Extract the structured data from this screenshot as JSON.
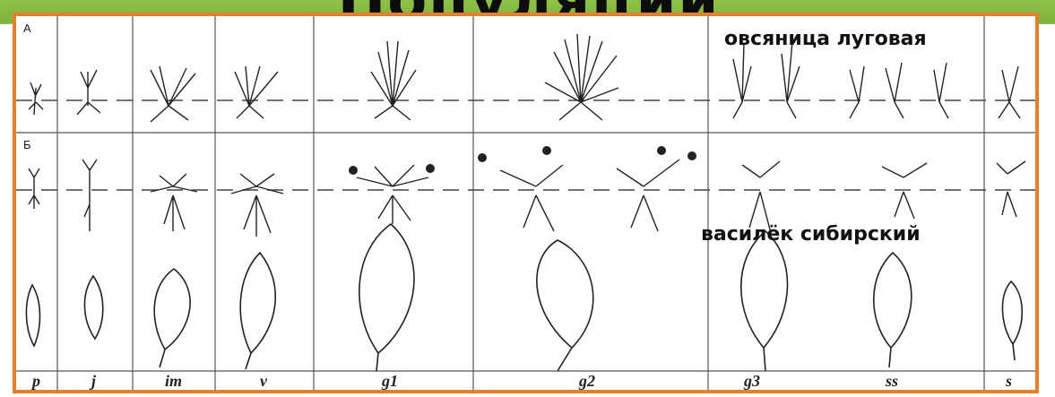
{
  "slide": {
    "title": "Популяции"
  },
  "figure": {
    "row_a_label": "А",
    "row_b_label": "Б",
    "caption_a": "овсяница луговая",
    "caption_b": "василёк сибирский",
    "stages": [
      "p",
      "j",
      "im",
      "v",
      "g1",
      "g2",
      "g3",
      "ss",
      "s"
    ]
  },
  "colors": {
    "frame": "#e37f2e",
    "slide_green": "#7db23a"
  }
}
